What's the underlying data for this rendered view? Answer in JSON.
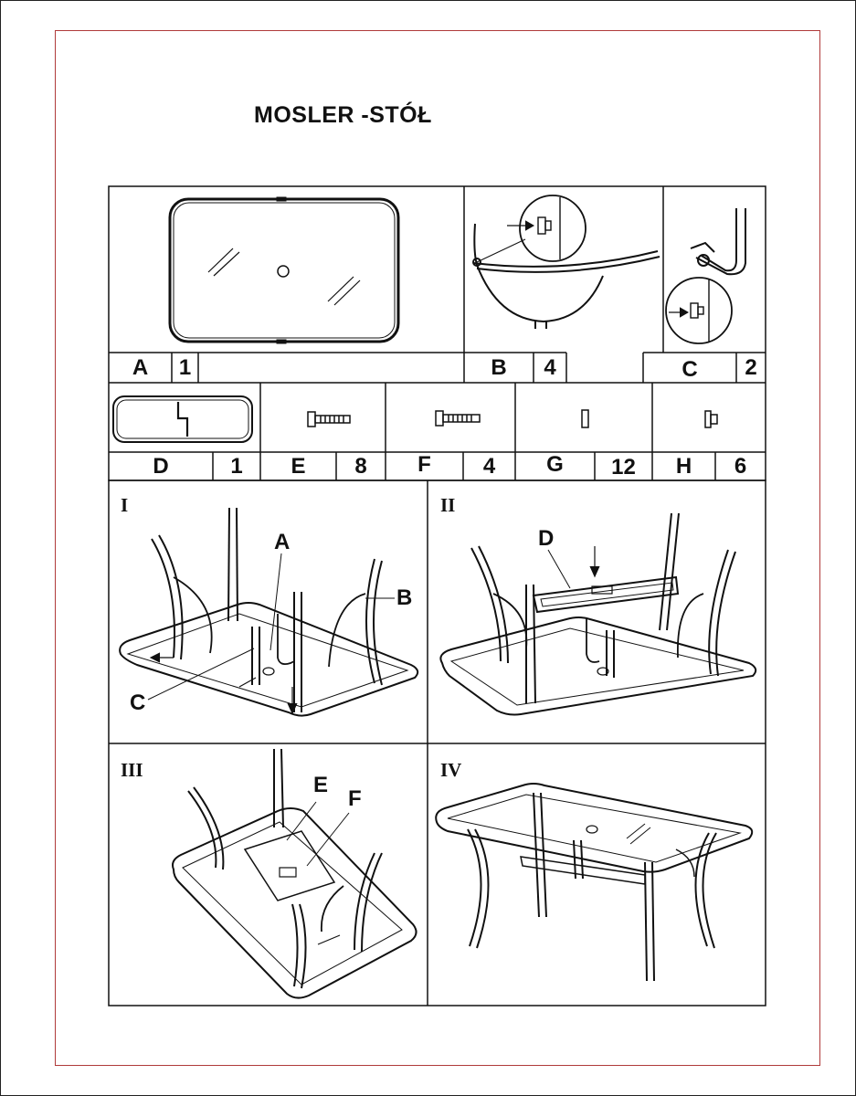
{
  "title": "MOSLER -STÓŁ",
  "parts_row1": [
    {
      "letter": "A",
      "qty": "1"
    },
    {
      "letter": "B",
      "qty": "4"
    },
    {
      "letter": "C",
      "qty": "2"
    }
  ],
  "parts_row2": [
    {
      "letter": "D",
      "qty": "1"
    },
    {
      "letter": "E",
      "qty": "8"
    },
    {
      "letter": "F",
      "qty": "4"
    },
    {
      "letter": "G",
      "qty": "12"
    },
    {
      "letter": "H",
      "qty": "6"
    }
  ],
  "steps": [
    {
      "numeral": "I",
      "callouts": [
        "A",
        "B",
        "C"
      ]
    },
    {
      "numeral": "II",
      "callouts": [
        "D"
      ]
    },
    {
      "numeral": "III",
      "callouts": [
        "E",
        "F"
      ]
    },
    {
      "numeral": "IV",
      "callouts": []
    }
  ]
}
